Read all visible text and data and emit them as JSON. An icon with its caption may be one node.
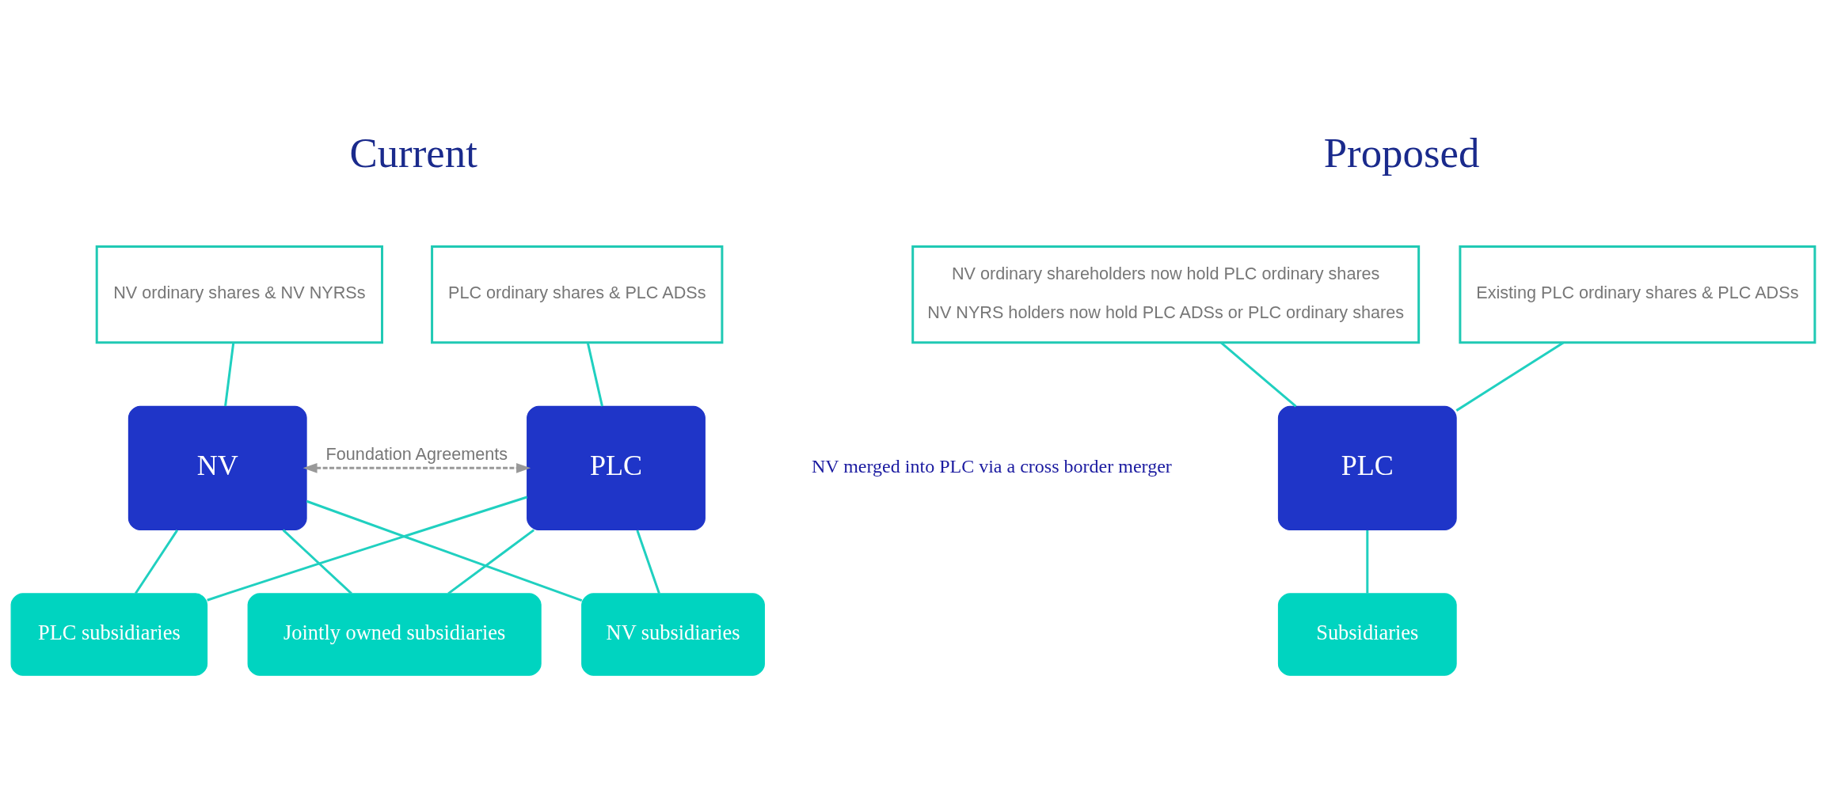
{
  "diagram": {
    "nodes": [
      {
        "text": [
          "NV ordinary shares & NV NYRSs"
        ]
      },
      {
        "text": [
          "PLC ordinary shares & PLC ADSs"
        ]
      },
      {
        "text": [
          "NV"
        ]
      },
      {
        "text": [
          "PLC"
        ]
      },
      {
        "text": [
          "NV subsidiaries"
        ]
      },
      {
        "text": [
          "Jointly owned subsidiaries"
        ]
      },
      {
        "text": [
          "PLC subsidiaries"
        ]
      },
      {
        "text": [
          "NV ordinary shareholders now hold PLC ordinary shares",
          "NV NYRS holders now hold PLC ADSs or PLC ordinary shares"
        ]
      },
      {
        "text": [
          "Existing PLC ordinary shares & PLC ADSs"
        ]
      },
      {
        "text": [
          "PLC"
        ]
      },
      {
        "text": [
          "Subsidiaries"
        ]
      }
    ],
    "edges": [
      {
        "from": 0,
        "to": 2,
        "arrow": "none"
      },
      {
        "from": 1,
        "to": 3,
        "arrow": "none"
      },
      {
        "from": 2,
        "to": 3,
        "arrow": "both",
        "label": "Foundation Agreements",
        "style": "dashed",
        "color": "#999999"
      },
      {
        "from": 2,
        "to": 4,
        "arrow": "none"
      },
      {
        "from": 2,
        "to": 5,
        "arrow": "none"
      },
      {
        "from": 2,
        "to": 6,
        "arrow": "none"
      },
      {
        "from": 3,
        "to": 4,
        "arrow": "none"
      },
      {
        "from": 3,
        "to": 5,
        "arrow": "none"
      },
      {
        "from": 3,
        "to": 6,
        "arrow": "none"
      },
      {
        "from": 7,
        "to": 9,
        "arrow": "none"
      },
      {
        "from": 8,
        "to": 9,
        "arrow": "none"
      },
      {
        "from": 9,
        "to": 10,
        "arrow": "none"
      }
    ],
    "labels": [
      "Current",
      "Proposed",
      "NV merged into PLC via a cross border merger"
    ]
  }
}
